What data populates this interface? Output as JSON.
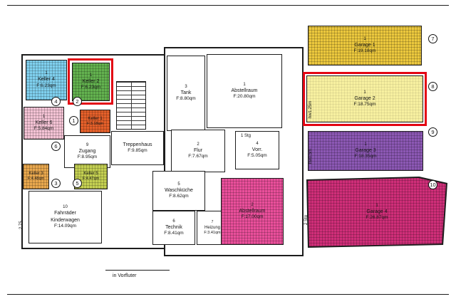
{
  "plan": {
    "highlight_color": "#e30613",
    "annotations": {
      "in_vorfluter": "in Vorfluter",
      "dim_left": "2.75",
      "stg_1": "1 Stg",
      "garage2_height": "hw1.25m",
      "garage3_height": "hw0.5m",
      "garage4_steps": "2 Stg"
    },
    "rooms": {
      "keller4": {
        "num": "1",
        "name": "Keller 4",
        "area": "F:6.23qm",
        "color": "#7fd0ee"
      },
      "keller2": {
        "num": "1",
        "name": "Keller 2",
        "area": "F:6.23qm",
        "color": "#63b24f"
      },
      "keller6": {
        "num": "1",
        "name": "Keller 6",
        "area": "F:5.84qm",
        "color": "#f4c3d5"
      },
      "keller1": {
        "num": "1",
        "name": "Keller 1",
        "area": "F:3.18qm",
        "color": "#e5602a"
      },
      "keller3": {
        "num": "1",
        "name": "Keller 3",
        "area": "F:4.48qm",
        "color": "#e9a84e"
      },
      "keller5": {
        "num": "1",
        "name": "Keller 5",
        "area": "F:4.47qm",
        "color": "#c4d052"
      },
      "zugang": {
        "num": "9",
        "name": "Zugang",
        "area": "F:8.95qm"
      },
      "treppenhaus": {
        "name": "Treppenhaus",
        "area": "F:9.85qm"
      },
      "fahrraeder": {
        "num": "10",
        "name1": "Fahrräder",
        "name2": "Kinderwagen",
        "area": "F:14.09qm"
      },
      "tank": {
        "num": "3",
        "name": "Tank",
        "area": "F:8.80qm"
      },
      "abstellraum1": {
        "num": "1",
        "name": "Abstellraum",
        "area": "F:20.80qm"
      },
      "flur": {
        "num": "2",
        "name": "Flur",
        "area": "F:7.67qm"
      },
      "vorr": {
        "num": "4",
        "name": "Vorr.",
        "area": "F:5.05qm"
      },
      "waschkueche": {
        "num": "5",
        "name": "Waschküche",
        "area": "F:8.62qm"
      },
      "technik": {
        "num": "6",
        "name": "Technik",
        "area": "F:8.41qm"
      },
      "heizung": {
        "num": "7",
        "name": "Heizung",
        "area": "F:3.41qm"
      },
      "abstellraum2": {
        "num": "2",
        "name": "Abstellraum",
        "area": "F:17.00qm",
        "color": "#ea4f9b"
      },
      "garage1": {
        "num": "1",
        "name": "Garage 1",
        "area": "F:19.18qm",
        "color": "#ecc83d"
      },
      "garage2": {
        "num": "1",
        "name": "Garage 2",
        "area": "F:18.75qm",
        "color": "#f7f0a0"
      },
      "garage3": {
        "num": "1",
        "name": "Garage 3",
        "area": "F:18.35qm",
        "color": "#8c58b4"
      },
      "garage4": {
        "num": "1",
        "name": "Garage 4",
        "area": "F:26.87qm",
        "color": "#d02e79"
      }
    },
    "unit_markers": {
      "k4": "4",
      "k2": "2",
      "k1": "1",
      "k6": "6",
      "k3": "3",
      "k5": "5",
      "g1": "7",
      "g2": "8",
      "g3": "9",
      "g4": "10"
    }
  }
}
